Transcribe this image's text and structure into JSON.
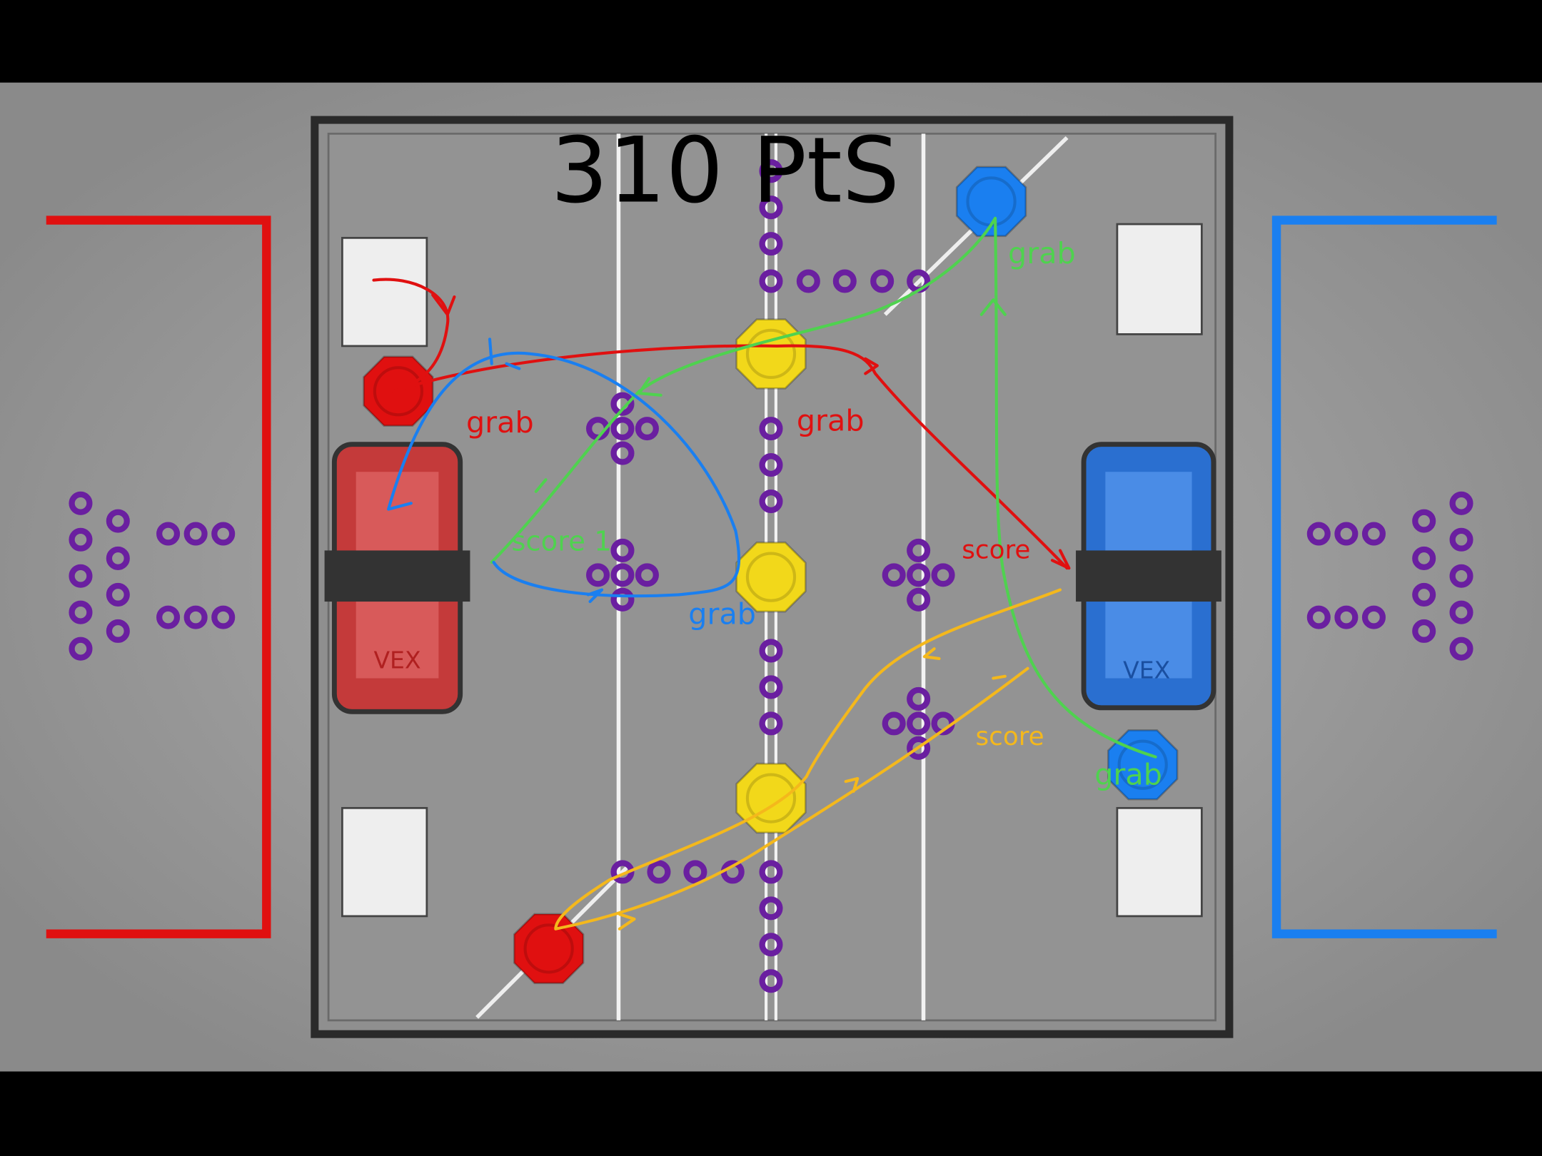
{
  "title_annotation": "310 PtS",
  "annotations": {
    "green_grab_top": "grab",
    "red_grab_left": "grab",
    "red_grab_center": "grab",
    "green_score": "score 1",
    "blue_grab": "grab",
    "red_score": "score",
    "yellow_score": "score",
    "green_grab_bottom": "grab"
  },
  "robot_labels": {
    "red": "VEX",
    "blue": "VEX"
  },
  "colors": {
    "red": "#e01010",
    "blue": "#1a7ff0",
    "green": "#4fd24f",
    "yellow_path": "#f4b81c",
    "ring": "#6a1fa0",
    "neutral_goal": "#f2d81a",
    "ink": "#000000",
    "field": "#8c8c8c"
  }
}
